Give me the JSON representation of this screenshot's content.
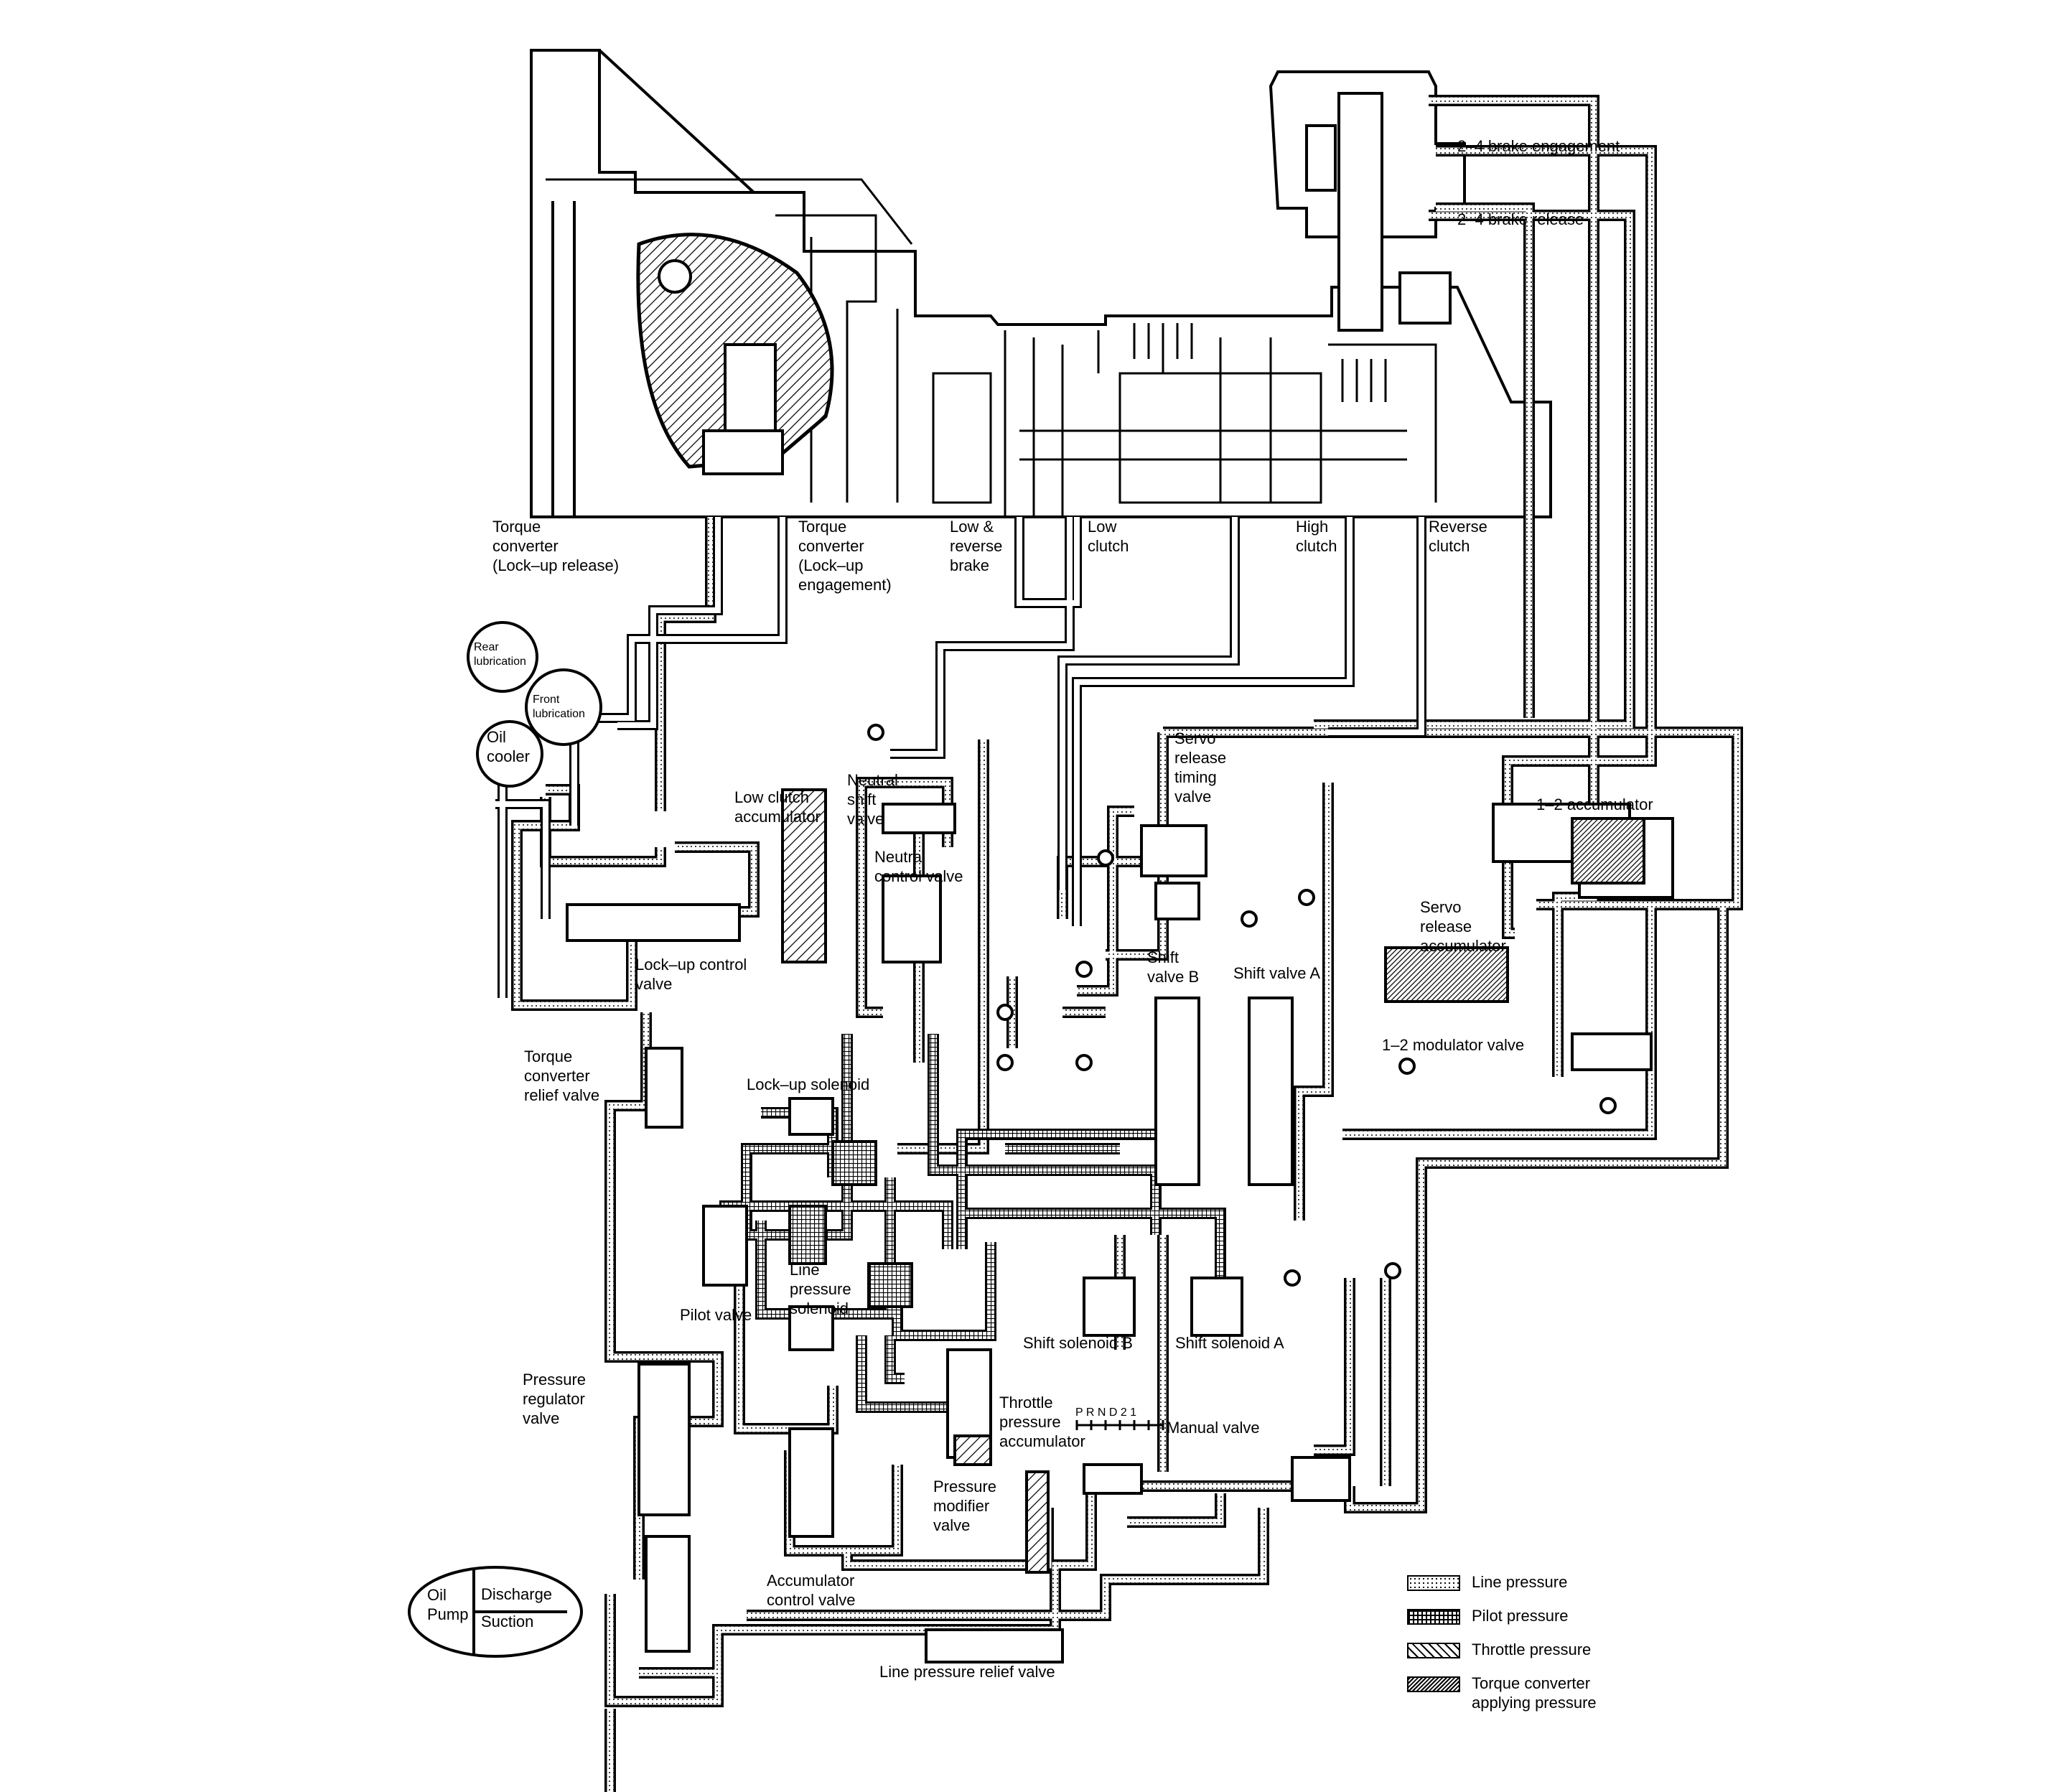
{
  "labels": {
    "brake_engage": "2–4 brake engagement",
    "brake_release": "2–4 brake release",
    "tc_release": "Torque\nconverter\n(Lock–up release)",
    "tc_engage": "Torque\nconverter\n(Lock–up\nengagement)",
    "low_reverse_brake": "Low &\nreverse\nbrake",
    "low_clutch": "Low\nclutch",
    "high_clutch": "High\nclutch",
    "reverse_clutch": "Reverse\nclutch",
    "rear_lube": "Rear\nlubrication",
    "front_lube": "Front\nlubrication",
    "oil_cooler": "Oil\ncooler",
    "low_clutch_acc": "Low clutch\naccumulator",
    "neutral_shift": "Neutral\nshift\nvalve",
    "neutral_control": "Neutral\ncontrol valve",
    "servo_timing": "Servo\nrelease\ntiming\nvalve",
    "acc_12": "1–2 accumulator",
    "servo_acc": "Servo\nrelease\naccumulator",
    "lockup_control": "Lock–up control\nvalve",
    "shift_b": "Shift\nvalve B",
    "shift_a": "Shift valve A",
    "mod_12": "1–2 modulator valve",
    "tc_relief": "Torque\nconverter\nrelief valve",
    "lockup_solenoid": "Lock–up solenoid",
    "line_solenoid": "Line\npressure\nsolenoid",
    "pilot_valve": "Pilot valve",
    "shift_sol_b": "Shift solenoid B",
    "shift_sol_a": "Shift solenoid A",
    "pressure_reg": "Pressure\nregulator\nvalve",
    "throttle_acc": "Throttle\npressure\naccumulator",
    "prndl": "P R N D 2 1",
    "manual_valve": "Manual valve",
    "pressure_mod": "Pressure\nmodifier\nvalve",
    "acc_control": "Accumulator\ncontrol valve",
    "oil_pump": "Oil\nPump",
    "discharge": "Discharge",
    "suction": "Suction",
    "line_relief": "Line pressure relief valve"
  },
  "legend": [
    {
      "label": "Line pressure",
      "pattern": "dots"
    },
    {
      "label": "Pilot pressure",
      "pattern": "grid"
    },
    {
      "label": "Throttle pressure",
      "pattern": "diag-wide"
    },
    {
      "label": "Torque converter\napplying pressure",
      "pattern": "diag-dense"
    }
  ],
  "colors": {
    "ink": "#000000",
    "paper": "#ffffff"
  }
}
